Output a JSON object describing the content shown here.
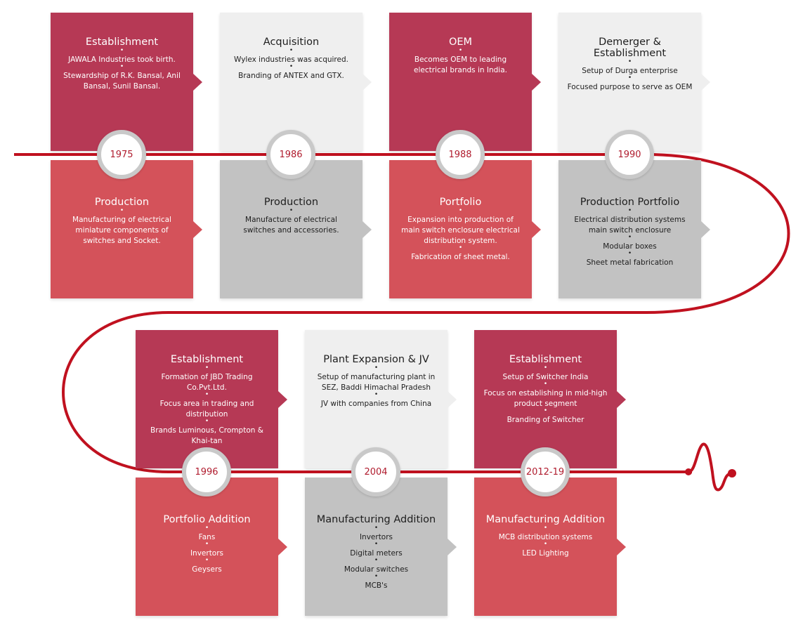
{
  "colors": {
    "line": "#c0111f",
    "crimson": "#b63955",
    "red": "#d4525a",
    "light_grey": "#efefef",
    "grey": "#c2c2c2",
    "year_text": "#b01c2e",
    "badge_ring": "#c9c9c9"
  },
  "milestones": [
    {
      "year": "1975",
      "top": {
        "title": "Establishment",
        "items": [
          "JAWALA Industries took birth.",
          "Stewardship of R.K. Bansal, Anil Bansal, Sunil Bansal."
        ]
      },
      "bottom": {
        "title": "Production",
        "items": [
          "Manufacturing of electrical miniature components of switches and Socket."
        ]
      }
    },
    {
      "year": "1986",
      "top": {
        "title": "Acquisition",
        "items": [
          "Wylex industries was acquired.",
          "Branding of ANTEX and GTX."
        ]
      },
      "bottom": {
        "title": "Production",
        "items": [
          "Manufacture of electrical switches and accessories."
        ]
      }
    },
    {
      "year": "1988",
      "top": {
        "title": "OEM",
        "items": [
          "Becomes  OEM to leading electrical brands in India."
        ]
      },
      "bottom": {
        "title": "Portfolio",
        "items": [
          "Expansion into production of main switch enclosure electrical distribution system.",
          "Fabrication of sheet metal."
        ]
      }
    },
    {
      "year": "1990",
      "top": {
        "title": "Demerger & Establishment",
        "items": [
          "Setup of Durga enterprise",
          "Focused purpose to serve as OEM"
        ]
      },
      "bottom": {
        "title": "Production Portfolio",
        "items": [
          "Electrical distribution systems main switch enclosure",
          "Modular boxes",
          "Sheet metal fabrication"
        ]
      }
    },
    {
      "year": "1996",
      "top": {
        "title": "Establishment",
        "items": [
          "Formation of JBD Trading Co.Pvt.Ltd.",
          "Focus area in trading and distribution",
          "Brands Luminous, Crompton & Khai-tan"
        ]
      },
      "bottom": {
        "title": "Portfolio Addition",
        "items": [
          "Fans",
          "Invertors",
          "Geysers"
        ]
      }
    },
    {
      "year": "2004",
      "top": {
        "title": "Plant Expansion & JV",
        "items": [
          "Setup of manufacturing plant in SEZ, Baddi Himachal Pradesh",
          "JV with companies from China"
        ]
      },
      "bottom": {
        "title": "Manufacturing Addition",
        "items": [
          "Invertors",
          "Digital meters",
          "Modular switches",
          "MCB's"
        ]
      }
    },
    {
      "year": "2012-19",
      "top": {
        "title": "Establishment",
        "items": [
          "Setup of Switcher India",
          "Focus on establishing in mid-high product segment",
          "Branding of Switcher"
        ]
      },
      "bottom": {
        "title": "Manufacturing Addition",
        "items": [
          "MCB distribution systems",
          "LED Lighting"
        ]
      }
    }
  ]
}
